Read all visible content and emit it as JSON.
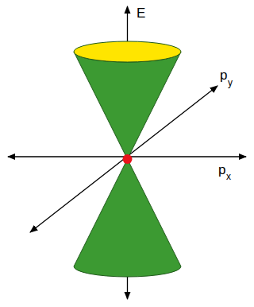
{
  "diagram": {
    "labels": [
      "E",
      "p",
      "y",
      "p",
      "x"
    ]
  }
}
